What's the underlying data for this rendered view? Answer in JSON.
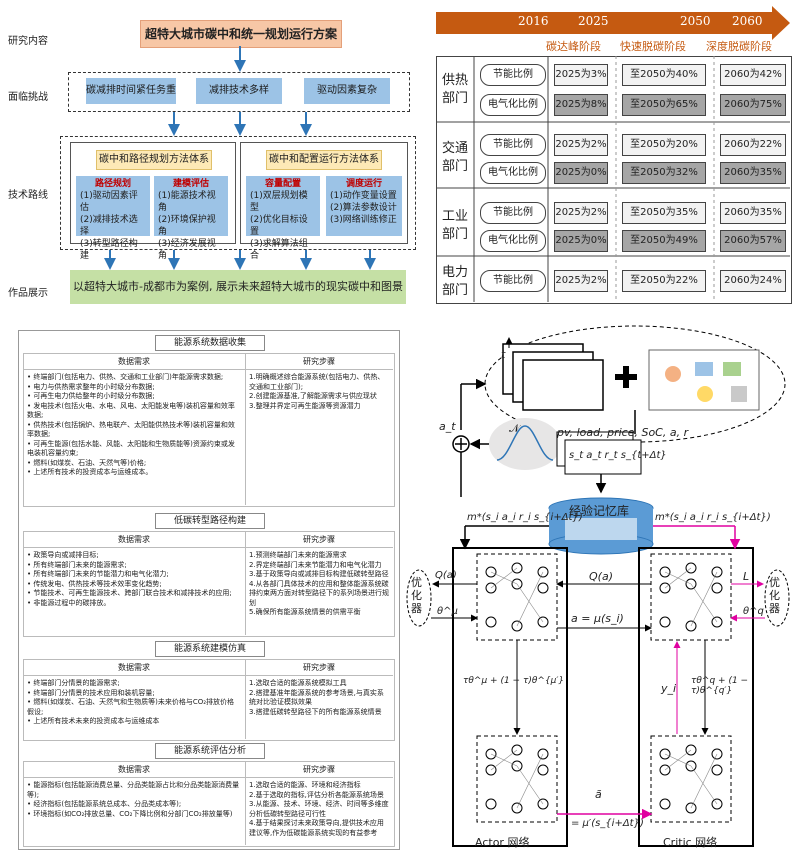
{
  "flowchart": {
    "row_labels": [
      "研究内容",
      "面临挑战",
      "技术路线",
      "作品展示"
    ],
    "title": "超特大城市碳中和统一规划运行方案",
    "challenges": [
      "碳减排时间紧任务重",
      "减排技术多样",
      "驱动因素复杂"
    ],
    "method_left_title": "碳中和路径规划方法体系",
    "method_right_title": "碳中和配置运行方法体系",
    "columns": [
      {
        "head": "路径规划",
        "items": [
          "(1)驱动因素评估",
          "(2)减排技术选择",
          "(3)转型路径构建"
        ]
      },
      {
        "head": "建模评估",
        "items": [
          "(1)能源技术视角",
          "(2)环境保护视角",
          "(3)经济发展视角"
        ]
      },
      {
        "head": "容量配置",
        "items": [
          "(1)双层规划模型",
          "(2)优化目标设置",
          "(3)求解算法组合"
        ]
      },
      {
        "head": "调度运行",
        "items": [
          "(1)动作变量设置",
          "(2)算法参数设计",
          "(3)网络训练修正"
        ]
      }
    ],
    "showcase": "以超特大城市-成都市为案例, 展示未来超特大城市的现实碳中和图景"
  },
  "timeline": {
    "years": [
      "2016",
      "2025",
      "2050",
      "2060"
    ],
    "stages": [
      "碳达峰阶段",
      "快速脱碳阶段",
      "深度脱碳阶段"
    ],
    "sectors": [
      {
        "name": "供热部门",
        "rows": [
          {
            "label": "节能比例",
            "v": [
              "2025为3%",
              "至2050为40%",
              "2060为42%"
            ]
          },
          {
            "label": "电气化比例",
            "v": [
              "2025为8%",
              "至2050为65%",
              "2060为75%"
            ]
          }
        ]
      },
      {
        "name": "交通部门",
        "rows": [
          {
            "label": "节能比例",
            "v": [
              "2025为2%",
              "至2050为20%",
              "2060为22%"
            ]
          },
          {
            "label": "电气化比例",
            "v": [
              "2025为0%",
              "至2050为32%",
              "2060为35%"
            ]
          }
        ]
      },
      {
        "name": "工业部门",
        "rows": [
          {
            "label": "节能比例",
            "v": [
              "2025为2%",
              "至2050为35%",
              "2060为35%"
            ]
          },
          {
            "label": "电气化比例",
            "v": [
              "2025为0%",
              "至2050为49%",
              "2060为57%"
            ]
          }
        ]
      },
      {
        "name": "电力部门",
        "rows": [
          {
            "label": "节能比例",
            "v": [
              "2025为2%",
              "至2050为22%",
              "2060为24%"
            ]
          }
        ]
      }
    ]
  },
  "requirements": {
    "sections": [
      {
        "title": "能源系统数据收集",
        "left_head": "数据需求",
        "right_head": "研究步骤",
        "left": "• 终端部门(包括电力、供热、交通和工业部门)年能源需求数据;\n• 电力与供热需求整年的小时级分布数据;\n• 可再生电力供给整年的小时级分布数据;\n• 发电技术(包括火电、水电、风电、太阳能发电等)装机容量和效率数据;\n• 供热技术(包括锅炉、热电联产、太阳能供热技术等)装机容量和效率数据;\n• 可再生能源(包括水能、风能、太阳能和生物质能等)资源约束或发电装机容量约束;\n• 燃料(如煤炭、石油、天然气等)价格;\n• 上述所有技术的投资成本与运维成本。",
        "right": "1.明确概述综合能源系统(包括电力、供热、交通和工业部门);\n2.创建能源基准,了解能源需求与供应现状\n3.整理并界定可再生能源等资源潜力"
      },
      {
        "title": "低碳转型路径构建",
        "left_head": "数据需求",
        "right_head": "研究步骤",
        "left": "• 政策导向或减排目标;\n• 所有终端部门未来的能源需求;\n• 所有终端部门未来的节能潜力和电气化潜力;\n• 传统发电、供热技术等技术效率变化趋势;\n• 节能技术、可再生能源技术、跨部门联合技术和减排技术的应用;\n• 非能源过程中的碳排放。",
        "right": "1.预测终端部门未来的能源需求\n2.界定终端部门未来节能潜力和电气化潜力\n3.基于政策导向或减排目标构建低碳转型路径\n4.从各部门具体技术的应用和整体能源系统碳排约束两方面对转型路径下的系列场景进行规划\n5.确保所有能源系统情景的供需平衡"
      },
      {
        "title": "能源系统建模仿真",
        "left_head": "数据需求",
        "right_head": "研究步骤",
        "left": "• 终端部门分情景的能源需求;\n• 终端部门分情景的技术应用和装机容量;\n• 燃料(如煤炭、石油、天然气和生物质等)未来价格与CO₂排放价格假设;\n• 上述所有技术未来的投资成本与运维成本",
        "right": "1.选取合适的能源系统模拟工具\n2.搭建基准年能源系统的参考场景,与真实系统对比验证模拟效果\n3.搭建低碳转型路径下的所有能源系统情景"
      },
      {
        "title": "能源系统评估分析",
        "left_head": "数据需求",
        "right_head": "研究步骤",
        "left": "• 能源指标(包括能源消费总量、分品类能源占比和分品类能源消费量等);\n• 经济指标(包括能源系统总成本、分品类成本等);\n• 环境指标(如CO₂排放总量、CO₂下降比例和分部门CO₂排放量等)",
        "right": "1.选取合适的能源、环境和经济指标\n2.基于选取的指标,评估分析各能源系统场景\n3.从能源、技术、环境、经济、时间等多维度分析低碳转型路径可行性\n4.基于结果探讨未来政策导向,提供技术应用建议等,作为低碳能源系统实现的有益参考"
      }
    ]
  },
  "rl": {
    "env_label": "pv, load, price, SoC, a, r",
    "t": "t",
    "a_t": "a_t",
    "noise": "𝒩",
    "sample": "s_t a_t r_t s_{t+Δt}",
    "memory": "经验记忆库",
    "mini_left": "m*(s_i a_i r_i s_{i+Δt})",
    "mini_right": "m*(s_i a_i r_i s_{i+Δt})",
    "optimizer": "优化器",
    "Q_left": "Q(a)",
    "theta_mu": "θ^μ",
    "Q_mid": "Q(a)",
    "a_mu": "a = μ(s_i)",
    "L": "L",
    "theta_q": "θ^q",
    "tau_actor": "τθ^μ + (1 − τ)θ^{μ′}",
    "tau_critic": "τθ^q + (1 − τ)θ^{q′}",
    "y_i": "y_i",
    "a_tilde": "ã",
    "a_tilde_eq": "= μ′(s_{i+Δt})",
    "actor": "Actor 网络",
    "critic": "Critic 网络"
  }
}
